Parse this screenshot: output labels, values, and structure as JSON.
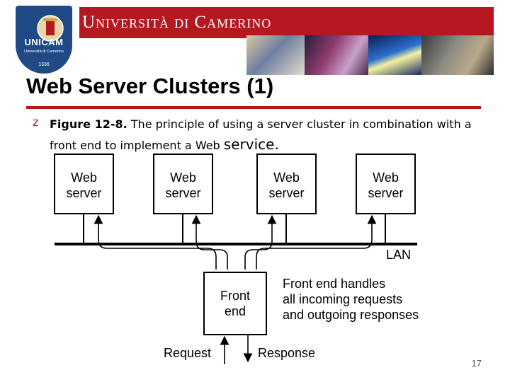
{
  "header": {
    "university_title": "Università di Camerino",
    "logo": {
      "name": "UNICAM",
      "subtitle": "Università di Camerino",
      "year": "1336",
      "colors": {
        "shield": "#1f4a86"
      }
    },
    "banner_color": "#b5181e"
  },
  "slide": {
    "title": "Web Server Clusters (1)",
    "bullet": {
      "icon": "z-bullet-icon",
      "figure_ref": "Figure 12-8.",
      "text_main": " The principle of using a server cluster in combination with a front end to implement a Web ",
      "text_end": "service."
    },
    "page_number": "17"
  },
  "diagram": {
    "servers": [
      {
        "line1": "Web",
        "line2": "server"
      },
      {
        "line1": "Web",
        "line2": "server"
      },
      {
        "line1": "Web",
        "line2": "server"
      },
      {
        "line1": "Web",
        "line2": "server"
      }
    ],
    "lan_label": "LAN",
    "front_end": {
      "line1": "Front",
      "line2": "end"
    },
    "note": {
      "line1": "Front end handles",
      "line2": "all incoming requests",
      "line3": "and outgoing responses"
    },
    "request_label": "Request",
    "response_label": "Response"
  }
}
